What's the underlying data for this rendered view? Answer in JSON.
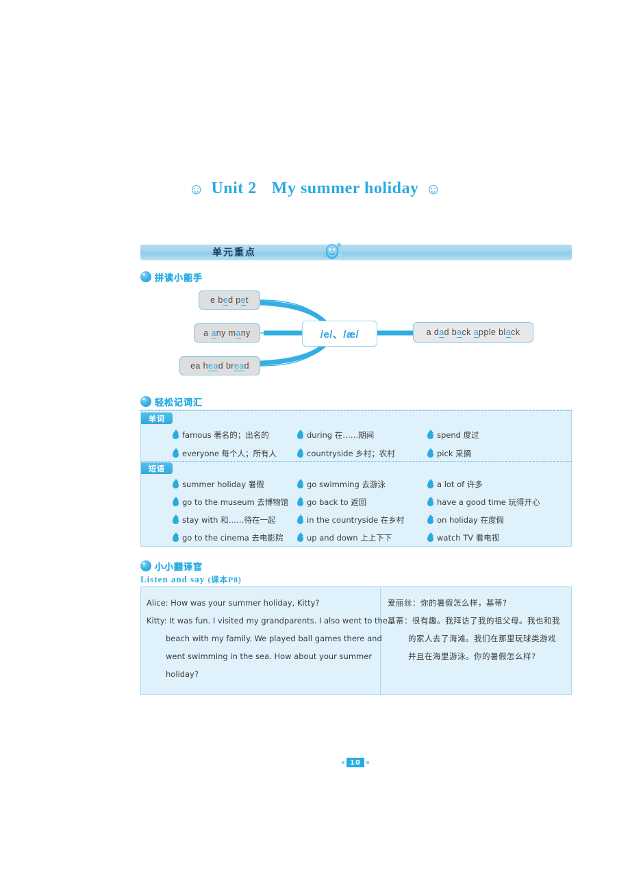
{
  "title": {
    "smiley_left": "☺",
    "unit": "Unit 2",
    "name": "My summer holiday",
    "smiley_right": "☺"
  },
  "banner": {
    "label": "单元重点",
    "mascot_icon": "mascot-icon"
  },
  "sections": {
    "phonics_heading": "拼读小能手",
    "vocab_heading": "轻松记词汇",
    "translate_heading": "小小翻译官"
  },
  "phonics": {
    "center": "/e/、/æ/",
    "left_boxes": [
      {
        "plain1": "e b",
        "hl1": "e",
        "plain2": "d p",
        "hl2": "e",
        "plain3": "t",
        "raw": "e bed pet"
      },
      {
        "raw": "a any many"
      },
      {
        "raw": "ea head bread"
      }
    ],
    "box1_parts": [
      {
        "t": "e b",
        "hl": false
      },
      {
        "t": "e",
        "hl": true
      },
      {
        "t": "d p",
        "hl": false
      },
      {
        "t": "e",
        "hl": true
      },
      {
        "t": "t",
        "hl": false
      }
    ],
    "box2_parts": [
      {
        "t": "a ",
        "hl": false
      },
      {
        "t": "a",
        "hl": true
      },
      {
        "t": "ny m",
        "hl": false
      },
      {
        "t": "a",
        "hl": true
      },
      {
        "t": "ny",
        "hl": false
      }
    ],
    "box3_parts": [
      {
        "t": "ea h",
        "hl": false
      },
      {
        "t": "ea",
        "hl": true
      },
      {
        "t": "d br",
        "hl": false
      },
      {
        "t": "ea",
        "hl": true
      },
      {
        "t": "d",
        "hl": false
      }
    ],
    "right_parts": [
      {
        "t": "a d",
        "hl": false
      },
      {
        "t": "a",
        "hl": true
      },
      {
        "t": "d b",
        "hl": false
      },
      {
        "t": "a",
        "hl": true
      },
      {
        "t": "ck ",
        "hl": false
      },
      {
        "t": "a",
        "hl": true
      },
      {
        "t": "pple bl",
        "hl": false
      },
      {
        "t": "a",
        "hl": true
      },
      {
        "t": "ck",
        "hl": false
      }
    ]
  },
  "vocab": {
    "words_tag": "单词",
    "phrases_tag": "短语",
    "words": [
      [
        "famous 著名的；出名的",
        "during 在……期间",
        "spend 度过"
      ],
      [
        "everyone 每个人；所有人",
        "countryside 乡村；农村",
        "pick 采摘"
      ]
    ],
    "phrases": [
      [
        "summer holiday 暑假",
        "go swimming 去游泳",
        "a lot of 许多"
      ],
      [
        "go to the museum 去博物馆",
        "go back to 返回",
        "have a good time 玩得开心"
      ],
      [
        "stay with 和……待在一起",
        "in the countryside 在乡村",
        "on holiday 在度假"
      ],
      [
        "go to the cinema 去电影院",
        "up and down 上上下下",
        "watch TV 看电视"
      ]
    ]
  },
  "translation": {
    "source_label": "Listen and say",
    "source_page": "(课本P8)",
    "english": [
      {
        "text": "Alice: How was your summer holiday, Kitty?",
        "indent": false
      },
      {
        "text": "Kitty: It was fun. I visited my grandparents. I also went to the",
        "indent": false
      },
      {
        "text": "beach with my family. We played ball games there and",
        "indent": true
      },
      {
        "text": "went swimming in the sea. How about your summer",
        "indent": true
      },
      {
        "text": "holiday?",
        "indent": true
      }
    ],
    "chinese": [
      {
        "text": "爱丽丝：你的暑假怎么样，基蒂?",
        "indent": false
      },
      {
        "text": "基蒂：很有趣。我拜访了我的祖父母。我也和我",
        "indent": false
      },
      {
        "text": "的家人去了海滩。我们在那里玩球类游戏",
        "indent": true
      },
      {
        "text": "并且在海里游泳。你的暑假怎么样?",
        "indent": true
      }
    ]
  },
  "footer": {
    "page_number": "10"
  },
  "colors": {
    "accent": "#29abe2",
    "panel_bg": "#dff1fa",
    "panel_border": "#a8d9ef",
    "box_gray": "#dedede"
  }
}
